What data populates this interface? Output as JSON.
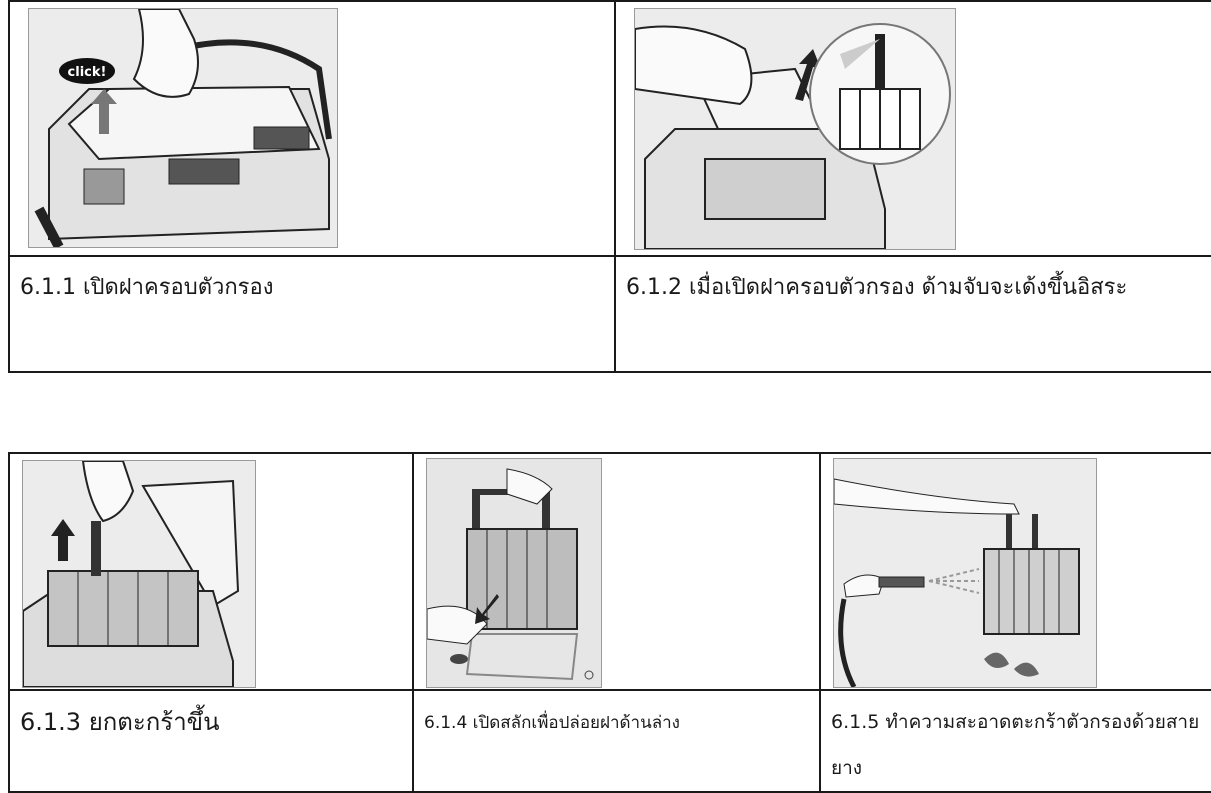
{
  "row1": {
    "step_611": {
      "caption": "6.1.1 เปิดฝาครอบตัวกรอง",
      "badge": "click!"
    },
    "step_612": {
      "caption": "6.1.2 เมื่อเปิดฝาครอบตัวกรอง ด้ามจับจะเด้งขึ้นอิสระ"
    }
  },
  "row2": {
    "step_613": {
      "caption": "6.1.3 ยกตะกร้าขึ้น"
    },
    "step_614": {
      "caption": "6.1.4 เปิดสลักเพื่อปล่อยฝาด้านล่าง"
    },
    "step_615": {
      "caption": "6.1.5 ทำความสะอาดตะกร้าตัวกรองด้วยสายยาง"
    }
  },
  "colors": {
    "border": "#1a1a1a",
    "illustration_bg": "#ececec",
    "line_art": "#222222"
  }
}
